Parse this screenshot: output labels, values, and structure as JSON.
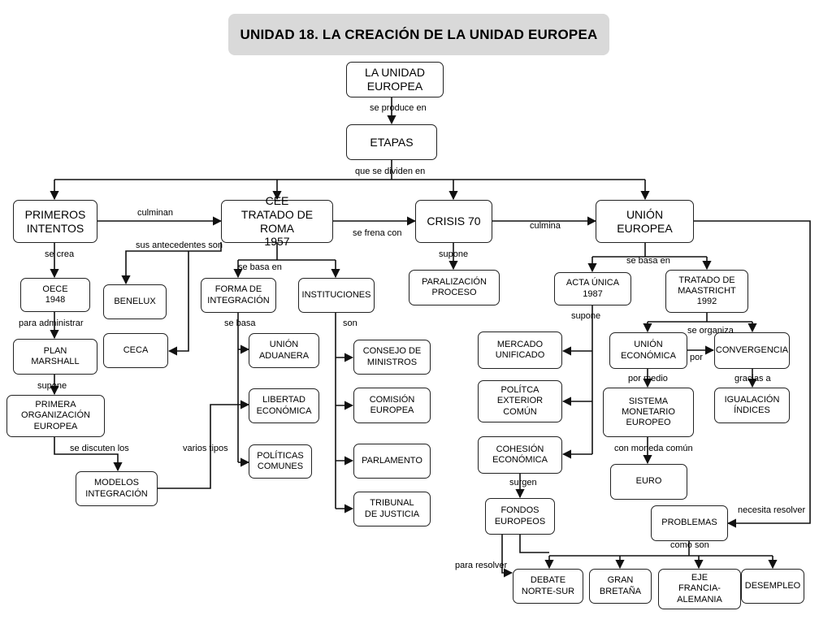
{
  "title": "UNIDAD 18. LA CREACIÓN DE LA UNIDAD EUROPEA",
  "nodes": {
    "unidad": "LA UNIDAD\nEUROPEA",
    "etapas": "ETAPAS",
    "primeros": "PRIMEROS\nINTENTOS",
    "cee": "CEE\nTRATADO DE ROMA\n1957",
    "crisis": "CRISIS 70",
    "ue": "UNIÓN\nEUROPEA",
    "oece": "OECE\n1948",
    "benelux": "BENELUX",
    "forma": "FORMA DE\nINTEGRACIÓN",
    "instituciones": "INSTITUCIONES",
    "paralizacion": "PARALIZACIÓN\nPROCESO",
    "acta": "ACTA ÚNICA\n1987",
    "maastricht": "TRATADO DE\nMAASTRICHT\n1992",
    "plan": "PLAN\nMARSHALL",
    "ceca": "CECA",
    "aduanera": "UNIÓN\nADUANERA",
    "consejo": "CONSEJO DE\nMINISTROS",
    "mercado": "MERCADO\nUNIFICADO",
    "uecon": "UNIÓN\nECONÓMICA",
    "convergencia": "CONVERGENCIA",
    "primera": "PRIMERA\nORGANIZACIÓN\nEUROPEA",
    "libertad": "LIBERTAD\nECONÓMICA",
    "comision": "COMISIÓN\nEUROPEA",
    "politica": "POLÍTCA\nEXTERIOR\nCOMÚN",
    "sistema": "SISTEMA\nMONETARIO\nEUROPEO",
    "igualacion": "IGUALACIÓN\nÍNDICES",
    "politicas": "POLÍTICAS\nCOMUNES",
    "parlamento": "PARLAMENTO",
    "cohesion": "COHESIÓN\nECONÓMICA",
    "euro": "EURO",
    "modelos": "MODELOS\nINTEGRACIÓN",
    "tribunal": "TRIBUNAL\nDE JUSTICIA",
    "fondos": "FONDOS\nEUROPEOS",
    "problemas": "PROBLEMAS",
    "debate": "DEBATE\nNORTE-SUR",
    "gran": "GRAN\nBRETAÑA",
    "eje": "EJE\nFRANCIA-\nALEMANIA",
    "desempleo": "DESEMPLEO"
  },
  "labels": {
    "se_produce_en": "se produce en",
    "que_se_dividen_en": "que se dividen en",
    "culminan": "culminan",
    "sus_antecedentes_son": "sus antecedentes son",
    "se_frena_con": "se frena con",
    "culmina": "culmina",
    "se_crea": "se crea",
    "se_basa_en_cee": "se basa en",
    "supone_crisis": "supone",
    "se_basa_en_ue": "se basa en",
    "para_administrar": "para administrar",
    "se_basa": "se basa",
    "son": "son",
    "supone_acta": "supone",
    "se_organiza": "se organiza",
    "supone_plan": "supone",
    "por": "por",
    "por_medio": "por medio",
    "gracias_a": "gracias a",
    "se_discuten_los": "se discuten los",
    "varios_tipos": "varios tipos",
    "con_moneda_comun": "con moneda común",
    "surgen": "surgen",
    "necesita_resolver": "necesita resolver",
    "como_son": "como son",
    "para_resolver": "para resolver"
  }
}
